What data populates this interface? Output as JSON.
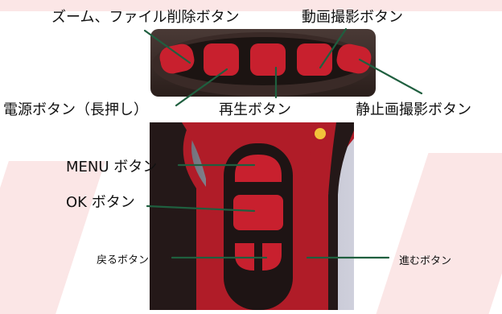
{
  "labels": {
    "zoom_delete": "ズーム、ファイル削除ボタン",
    "video": "動画撮影ボタン",
    "power": "電源ボタン（長押し）",
    "play": "再生ボタン",
    "still": "静止画撮影ボタン",
    "menu": "MENU ボタン",
    "ok": "OK ボタン",
    "back": "戻るボタン",
    "forward": "進むボタン"
  },
  "colors": {
    "leader_line": "#1f5f3f",
    "button_red": "#c8202e",
    "housing_red": "#b01c28",
    "rim_dark": "#241818"
  }
}
